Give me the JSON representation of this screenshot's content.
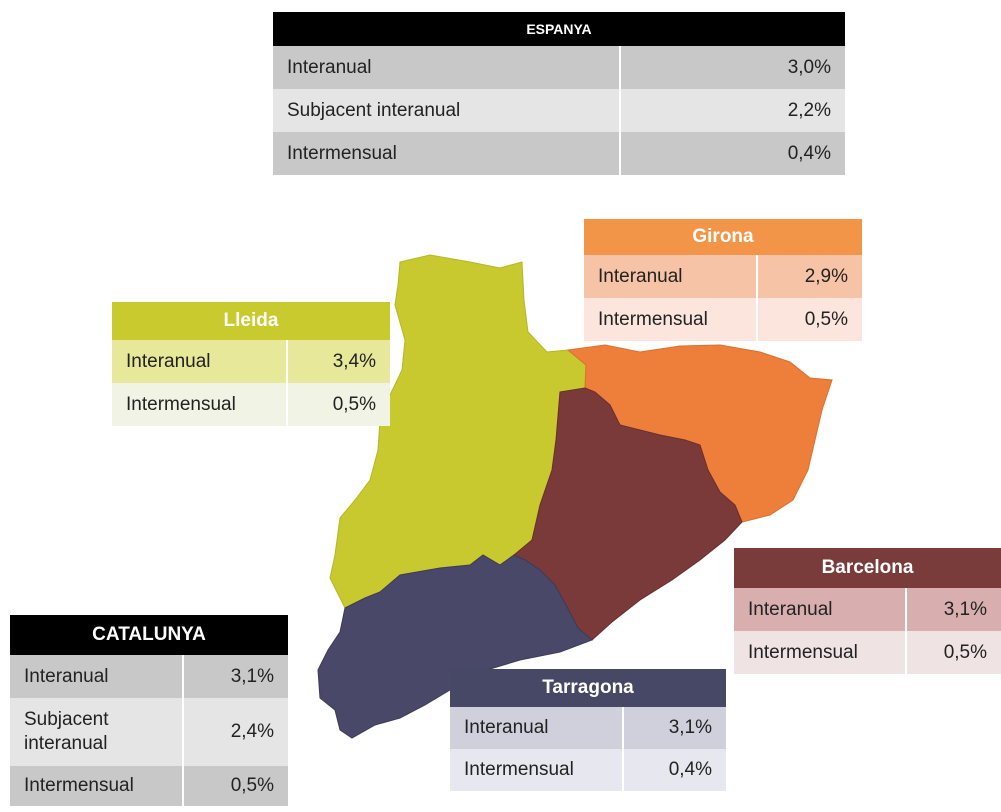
{
  "espanya": {
    "title": "ESPANYA",
    "rows": [
      {
        "label": "Interanual",
        "value": "3,0%"
      },
      {
        "label": "Subjacent interanual",
        "value": "2,2%"
      },
      {
        "label": "Intermensual",
        "value": "0,4%"
      }
    ]
  },
  "girona": {
    "title": "Girona",
    "rows": [
      {
        "label": "Interanual",
        "value": "2,9%"
      },
      {
        "label": "Intermensual",
        "value": "0,5%"
      }
    ]
  },
  "lleida": {
    "title": "Lleida",
    "rows": [
      {
        "label": "Interanual",
        "value": "3,4%"
      },
      {
        "label": "Intermensual",
        "value": "0,5%"
      }
    ]
  },
  "barcelona": {
    "title": "Barcelona",
    "rows": [
      {
        "label": "Interanual",
        "value": "3,1%"
      },
      {
        "label": "Intermensual",
        "value": "0,5%"
      }
    ]
  },
  "tarragona": {
    "title": "Tarragona",
    "rows": [
      {
        "label": "Interanual",
        "value": "3,1%"
      },
      {
        "label": "Intermensual",
        "value": "0,4%"
      }
    ]
  },
  "catalunya": {
    "title": "CATALUNYA",
    "rows": [
      {
        "label": "Interanual",
        "value": "3,1%"
      },
      {
        "label": "Subjacent interanual",
        "value": "2,4%"
      },
      {
        "label": "Intermensual",
        "value": "0,5%"
      }
    ]
  },
  "colors": {
    "lleida": "#c8c92e",
    "girona": "#ee7f3a",
    "barcelona": "#7a3a3a",
    "tarragona": "#4a4868"
  }
}
